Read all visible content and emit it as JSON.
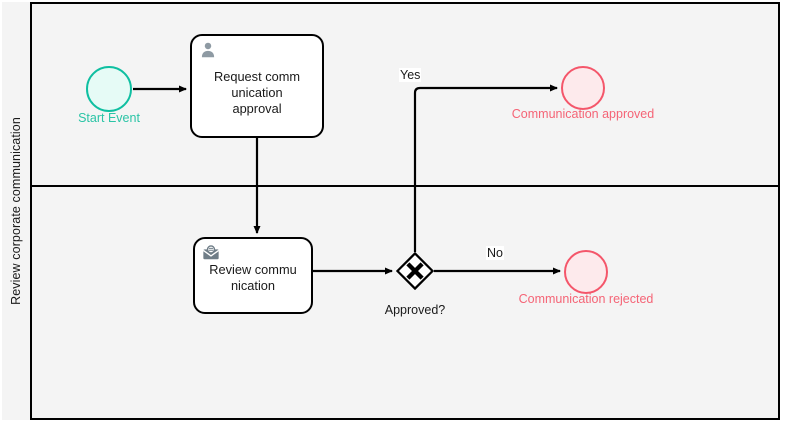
{
  "diagram": {
    "type": "bpmn-process",
    "pool": {
      "lane_label": "Review corporate communication"
    },
    "nodes": {
      "start_event": {
        "label": "Start Event",
        "shape": "circle",
        "stroke": "#0fbfa1",
        "fill": "#e6fbf6",
        "label_color": "#2bc4a6"
      },
      "task_request": {
        "label": "Request communication approval",
        "line1": "Request comm",
        "line2": "unication",
        "line3": "approval",
        "icon": "user-icon",
        "shape": "rounded-rect"
      },
      "task_review": {
        "label": "Review communication",
        "line1": "Review commu",
        "line2": "nication",
        "icon": "envelope-icon",
        "shape": "rounded-rect"
      },
      "gateway_approved": {
        "label": "Approved?",
        "shape": "exclusive-gateway"
      },
      "end_approved": {
        "label": "Communication approved",
        "shape": "circle",
        "stroke": "#f4566a",
        "fill": "#fdeaec",
        "label_color": "#f56476"
      },
      "end_rejected": {
        "label": "Communication rejected",
        "shape": "circle",
        "stroke": "#f4566a",
        "fill": "#fdeaec",
        "label_color": "#f56476"
      }
    },
    "flows": {
      "yes_label": "Yes",
      "no_label": "No"
    }
  }
}
